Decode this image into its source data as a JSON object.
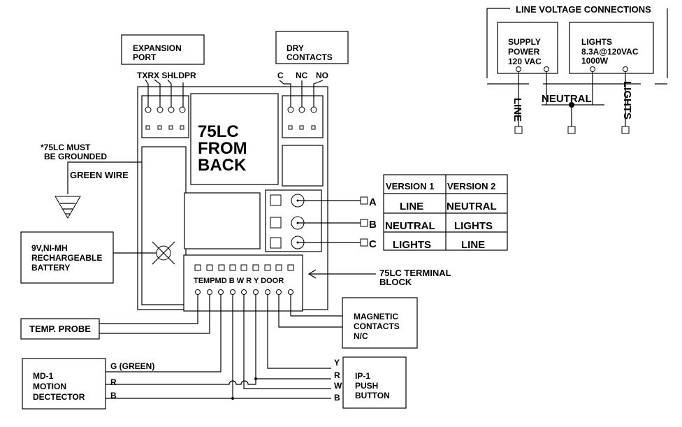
{
  "line_voltage": {
    "title": "LINE VOLTAGE CONNECTIONS",
    "supply_l1": "SUPPLY",
    "supply_l2": "POWER",
    "supply_l3": "120 VAC",
    "lights_l1": "LIGHTS",
    "lights_l2": "8.3A@120VAC",
    "lights_l3": "1000W",
    "line": "LINE",
    "neutral": "NEUTRAL",
    "lights": "LIGHTS"
  },
  "expansion": {
    "l1": "EXPANSION",
    "l2": "PORT",
    "pins": "TXRX SHLDPR"
  },
  "dry": {
    "l1": "DRY",
    "l2": "CONTACTS",
    "c": "C",
    "nc": "NC",
    "no": "NO"
  },
  "center": {
    "l1": "75LC",
    "l2": "FROM",
    "l3": "BACK"
  },
  "ground": {
    "l1": "*75LC MUST",
    "l2": "BE GROUNDED",
    "wire": "GREEN WIRE"
  },
  "battery": {
    "l1": "9V,NI-MH",
    "l2": "RECHARGEABLE",
    "l3": "BATTERY"
  },
  "version_table": {
    "headers": [
      "VERSION 1",
      "VERSION 2"
    ],
    "rows": [
      [
        "LINE",
        "NEUTRAL"
      ],
      [
        "NEUTRAL",
        "LIGHTS"
      ],
      [
        "LIGHTS",
        "LINE"
      ]
    ],
    "terms": [
      "A",
      "B",
      "C"
    ]
  },
  "terminal_block": {
    "l1": "75LC TERMINAL",
    "l2": "BLOCK",
    "labels": "TEMPMD B  W  R  Y  DOOR"
  },
  "magnetic": {
    "l1": "MAGNETIC",
    "l2": "CONTACTS",
    "l3": "N/C"
  },
  "temp_probe": "TEMP.  PROBE",
  "md1": {
    "l1": "MD-1",
    "l2": "MOTION",
    "l3": "DECTECTOR",
    "g": "G (GREEN)",
    "r": "R",
    "b": "B"
  },
  "ip1": {
    "l1": "IP-1",
    "l2": "PUSH",
    "l3": "BUTTON",
    "y": "Y",
    "r": "R",
    "w": "W",
    "b": "B"
  }
}
